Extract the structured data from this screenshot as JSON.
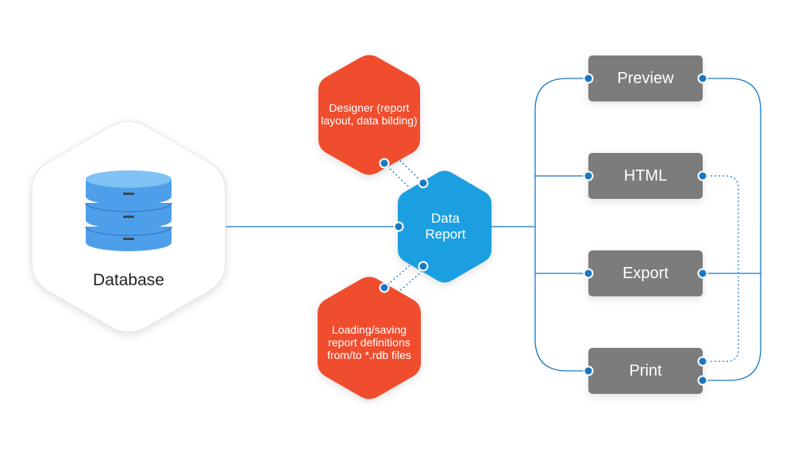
{
  "colors": {
    "accent_blue": "#1f9fe0",
    "connector_blue": "#1a78c2",
    "orange": "#ef4d2f",
    "output_gray": "#7b7b7b",
    "db_blue": "#4d9fea"
  },
  "database": {
    "label": "Database",
    "icon": "database-icon"
  },
  "core": {
    "label_line1": "Data",
    "label_line2": "Report"
  },
  "designer": {
    "label": "Designer (report layout, data bilding)"
  },
  "loader": {
    "label": "Loading/saving report definitions from/to *.rdb files"
  },
  "outputs": [
    {
      "label": "Preview"
    },
    {
      "label": "HTML"
    },
    {
      "label": "Export"
    },
    {
      "label": "Print"
    }
  ]
}
